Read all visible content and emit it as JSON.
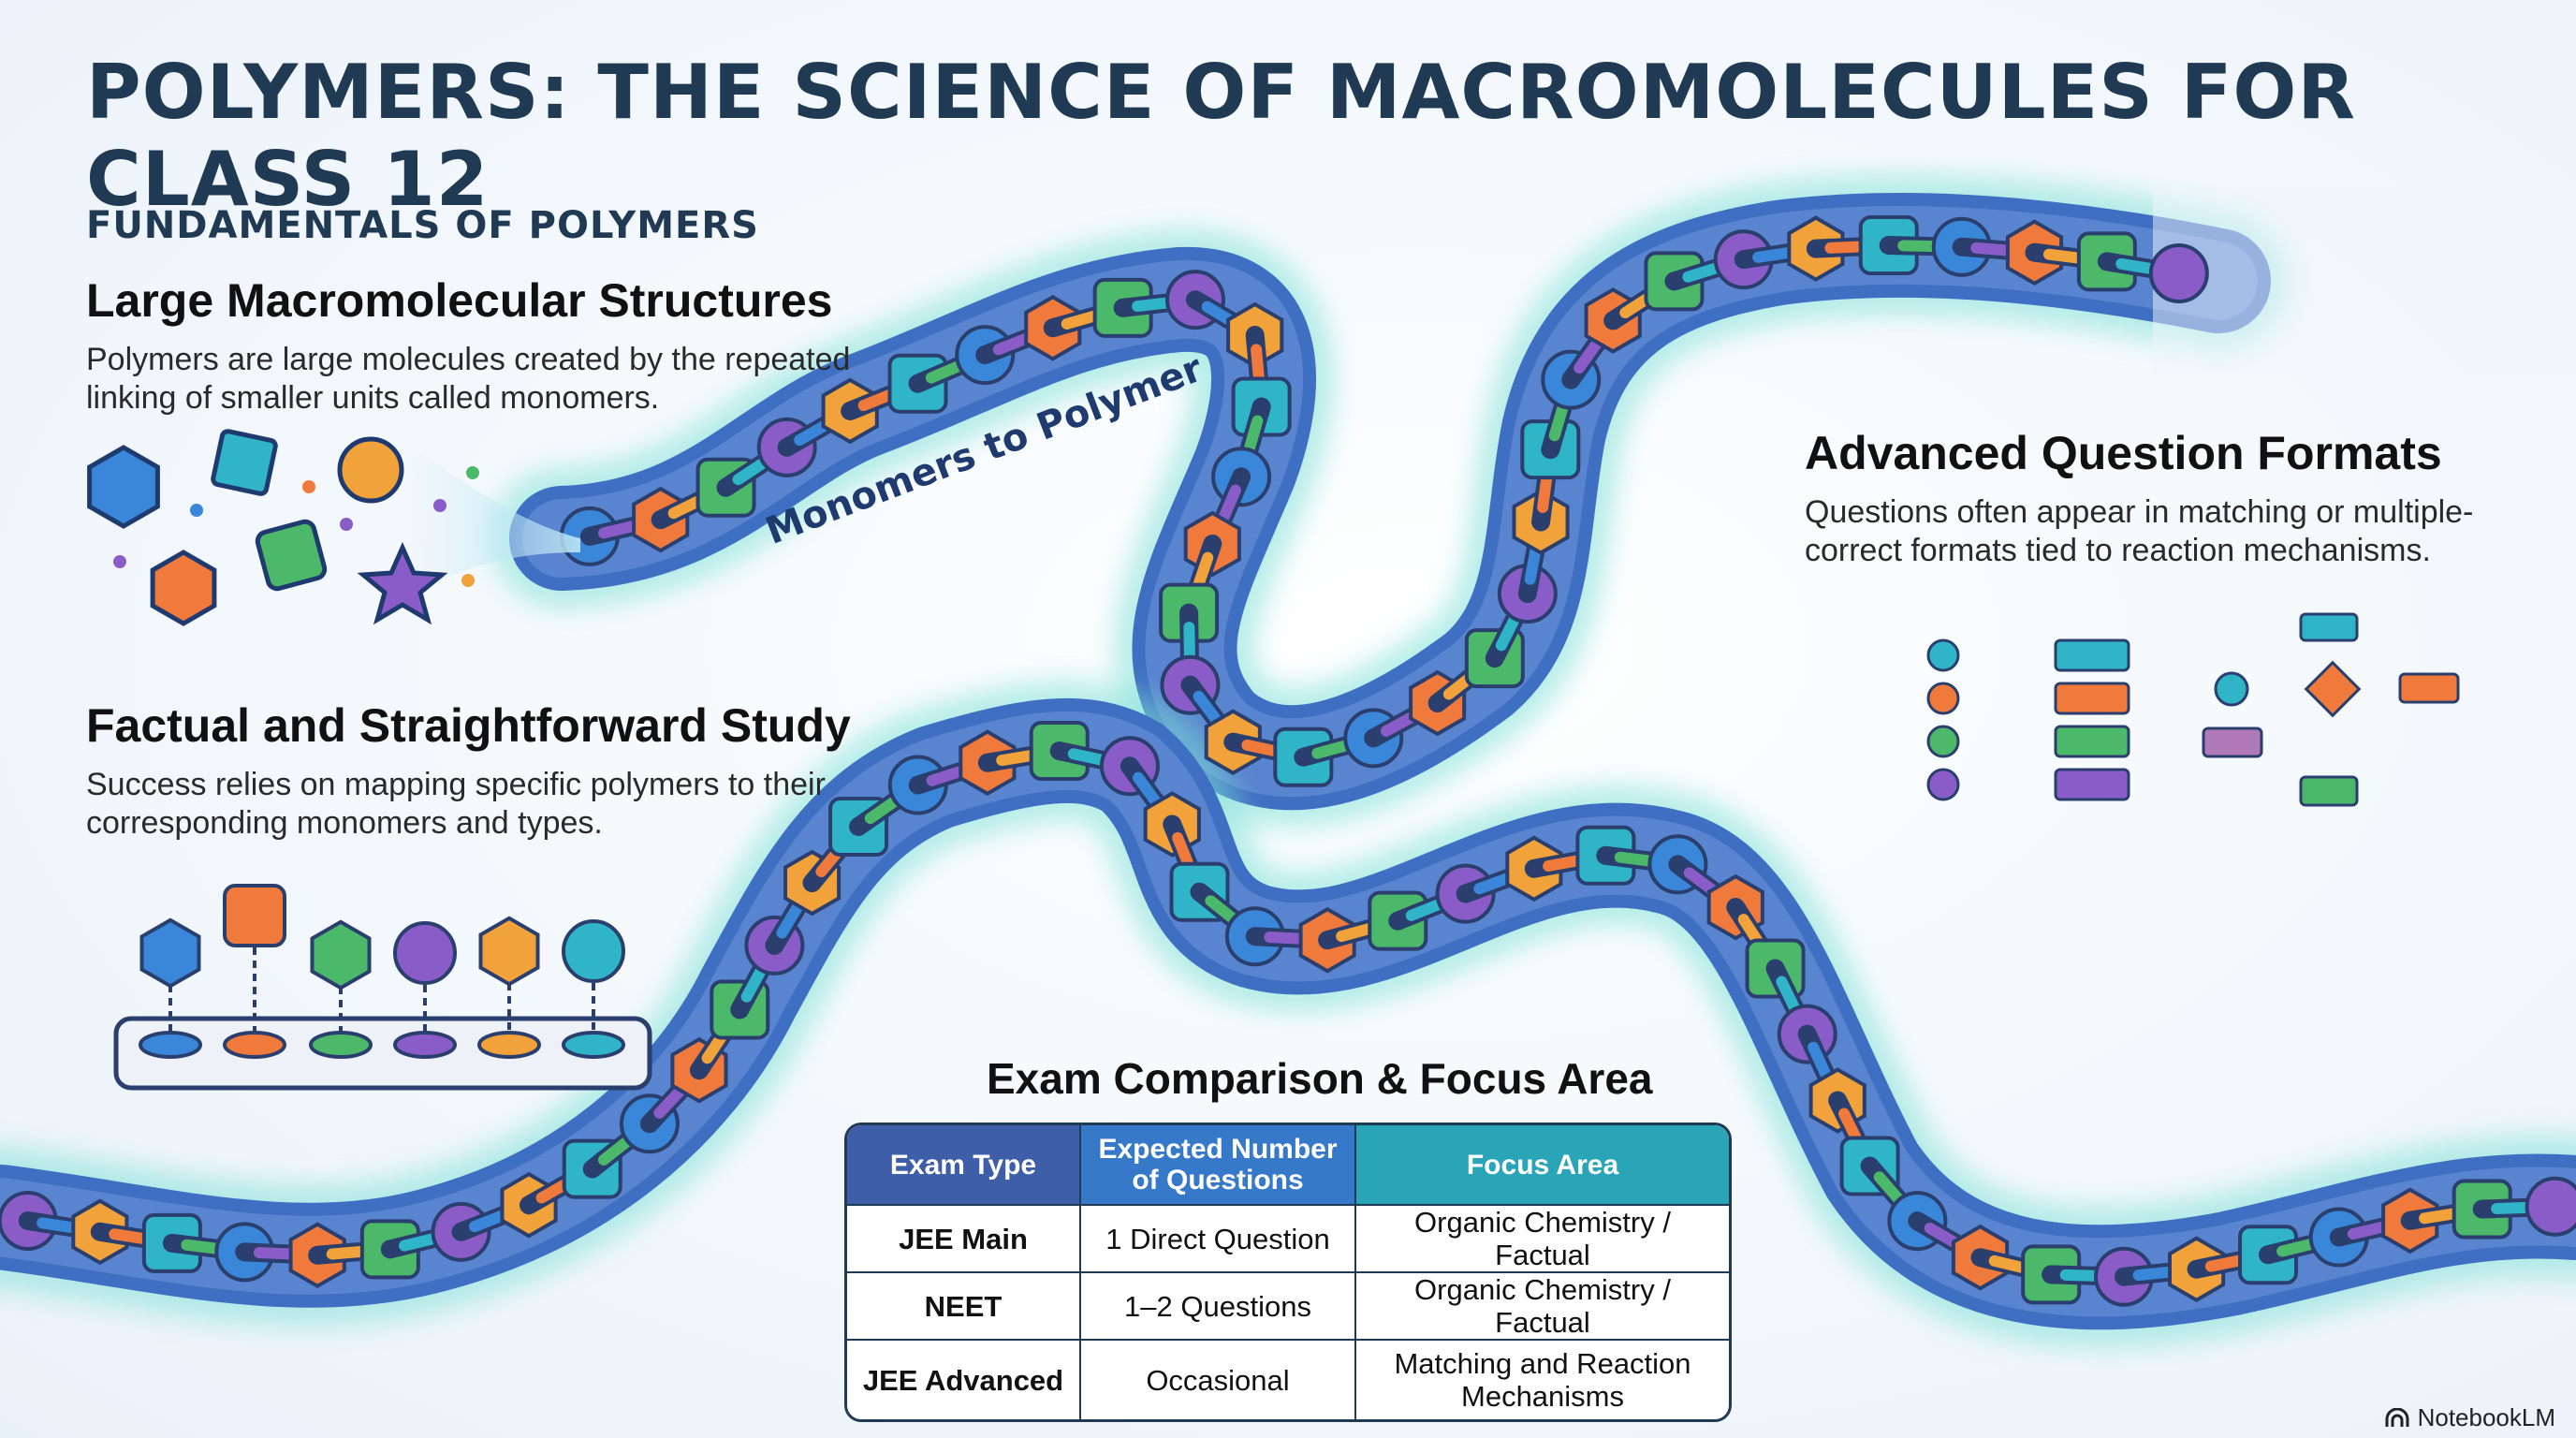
{
  "title": "POLYMERS: THE SCIENCE OF MACROMOLECULES FOR CLASS 12",
  "section_label": "FUNDAMENTALS OF POLYMERS",
  "blocks": {
    "large": {
      "heading": "Large Macromolecular Structures",
      "body": "Polymers are large molecules created by the repeated linking of smaller units called monomers."
    },
    "factual": {
      "heading": "Factual and Straightforward Study",
      "body": "Success relies on mapping specific polymers to their corresponding monomers and types."
    },
    "advanced": {
      "heading": "Advanced Question Formats",
      "body": "Questions often appear in matching or multiple-correct formats tied to reaction mechanisms."
    }
  },
  "banner": "Monomers to Polymer",
  "table": {
    "title": "Exam Comparison & Focus Area",
    "headers": [
      "Exam Type",
      "Expected Number of Questions",
      "Focus Area"
    ],
    "rows": [
      [
        "JEE Main",
        "1 Direct Question",
        "Organic Chemistry / Factual"
      ],
      [
        "NEET",
        "1–2 Questions",
        "Organic Chemistry / Factual"
      ],
      [
        "JEE Advanced",
        "Occasional",
        "Matching and Reaction Mechanisms"
      ]
    ]
  },
  "brand": "NotebookLM",
  "colors": {
    "title": "#1f3a52",
    "chain_body": "#3f6fc2",
    "chain_glow": "#7ee0d6",
    "beads": [
      "#3a86d8",
      "#f07a3c",
      "#4cb86a",
      "#8a5cc8",
      "#f2a23a",
      "#2fb4c8"
    ]
  },
  "icons": [
    "hexagon-icon",
    "cube-icon",
    "circle-icon",
    "star-icon",
    "diamond-icon",
    "notebooklm-logo-icon"
  ]
}
